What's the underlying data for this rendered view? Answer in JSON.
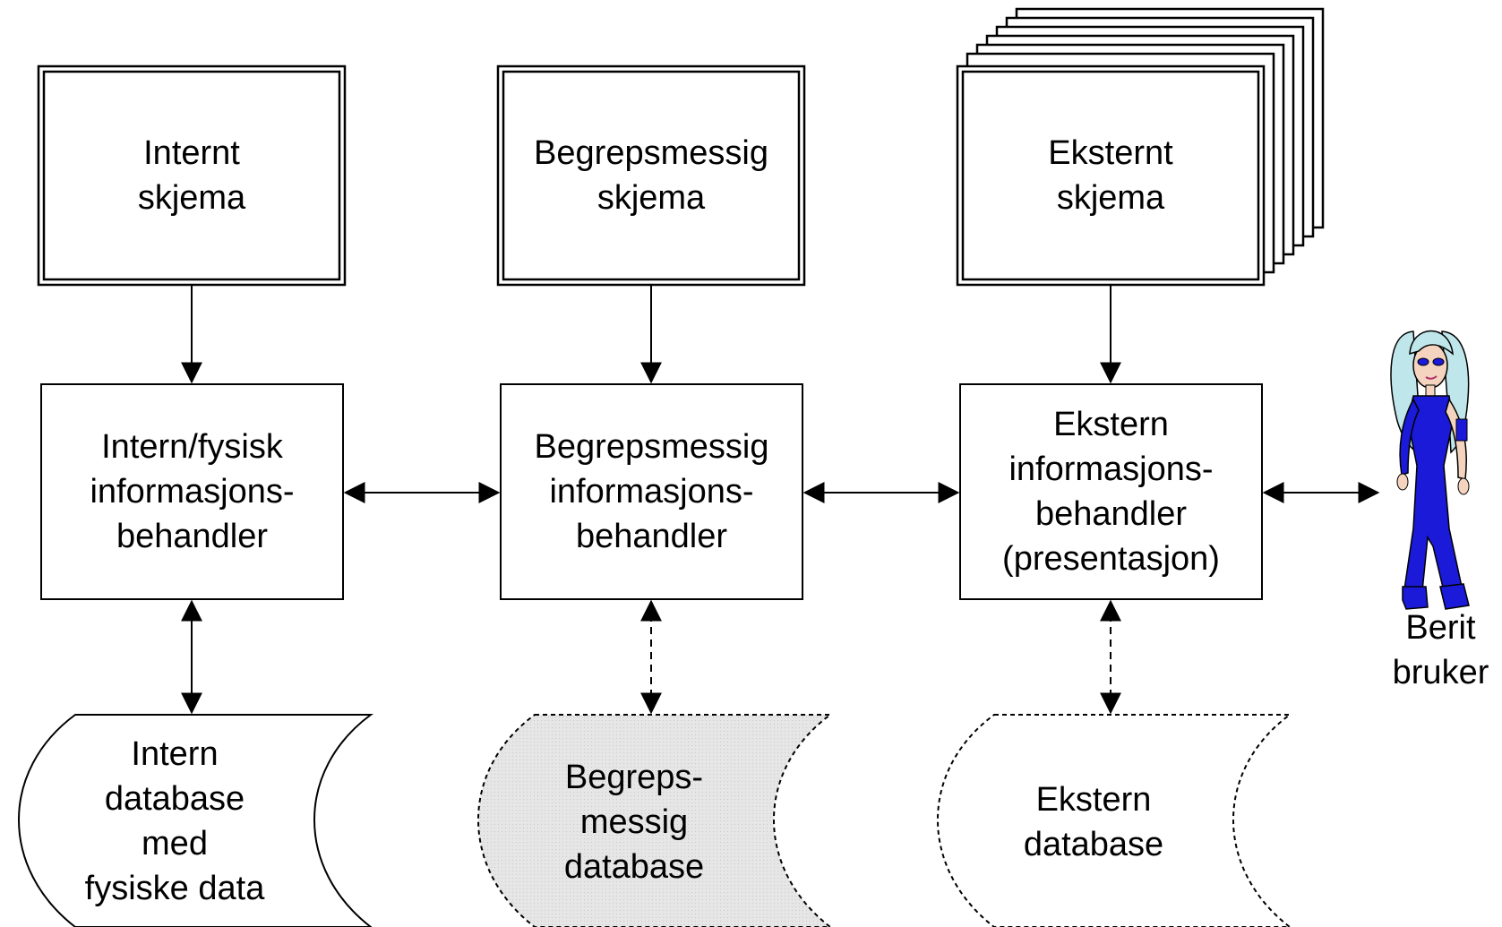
{
  "schemas": {
    "internal": [
      "Internt",
      "skjema"
    ],
    "conceptual": [
      "Begrepsmessig",
      "skjema"
    ],
    "external": [
      "Eksternt",
      "skjema"
    ]
  },
  "processors": {
    "internal": [
      "Intern/fysisk",
      "informasjons-",
      "behandler"
    ],
    "conceptual": [
      "Begrepsmessig",
      "informasjons-",
      "behandler"
    ],
    "external": [
      "Ekstern",
      "informasjons-",
      "behandler",
      "(presentasjon)"
    ]
  },
  "databases": {
    "internal": [
      "Intern",
      "database",
      "med",
      "fysiske data"
    ],
    "conceptual": [
      "Begreps-",
      "messig",
      "database"
    ],
    "external": [
      "Ekstern",
      "database"
    ]
  },
  "user": [
    "Berit",
    "bruker"
  ],
  "colors": {
    "line": "#000000",
    "conceptual_db_fill": "#e3e3e3",
    "user_outfit": "#1a1ad8",
    "user_hair": "#bfe6ea"
  }
}
